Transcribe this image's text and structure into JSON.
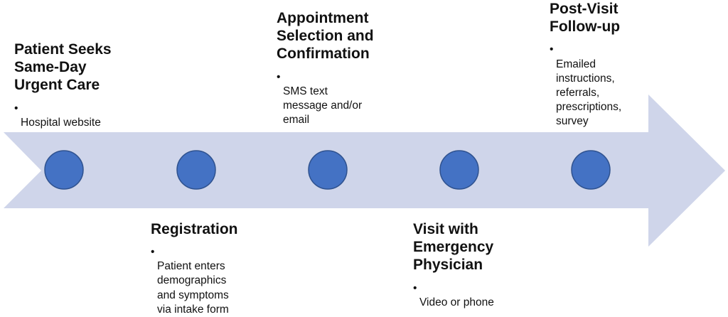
{
  "colors": {
    "arrow_fill": "#cfd5ea",
    "node_fill": "#4472c4",
    "node_stroke": "#2f528f",
    "text": "#111111"
  },
  "nodes": [
    {
      "id": "step-1",
      "title": "Patient Seeks\nSame-Day\nUrgent Care",
      "bullets": [
        "Hospital website"
      ]
    },
    {
      "id": "step-2",
      "title": "Registration",
      "bullets": [
        "Patient enters\ndemographics\nand symptoms\nvia intake form"
      ]
    },
    {
      "id": "step-3",
      "title": "Appointment\nSelection and\nConfirmation",
      "bullets": [
        "SMS text\nmessage and/or\nemail"
      ]
    },
    {
      "id": "step-4",
      "title": "Visit with\nEmergency\nPhysician",
      "bullets": [
        "Video or phone"
      ]
    },
    {
      "id": "step-5",
      "title": "Post-Visit\nFollow-up",
      "bullets": [
        "Emailed\ninstructions,\nreferrals,\nprescriptions,\nsurvey"
      ]
    }
  ]
}
